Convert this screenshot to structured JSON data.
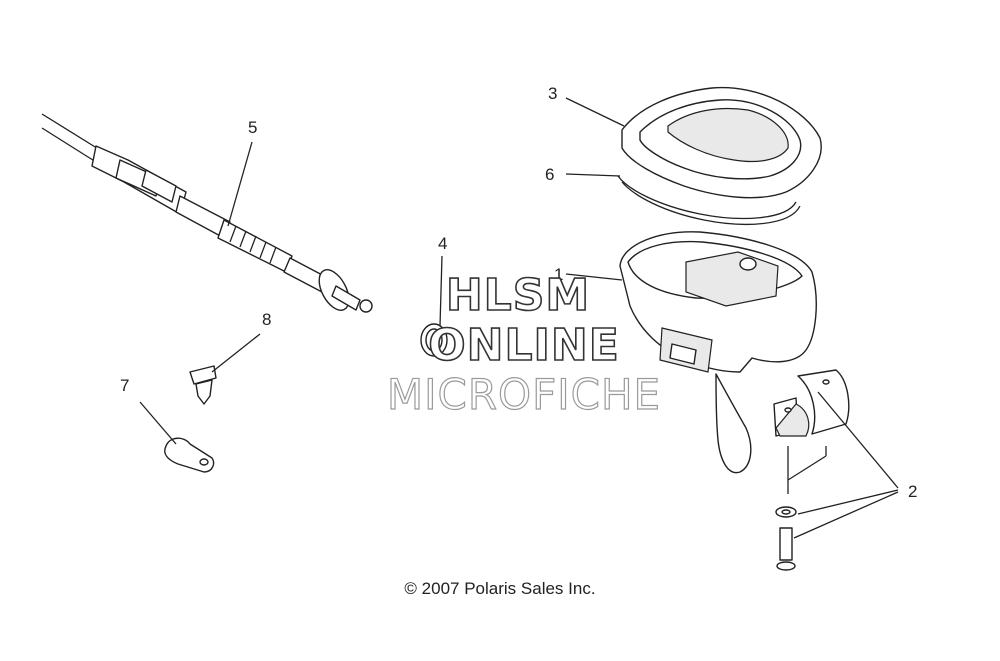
{
  "callouts": {
    "c1": "1",
    "c2": "2",
    "c3": "3",
    "c4": "4",
    "c5": "5",
    "c6": "6",
    "c7": "7",
    "c8": "8"
  },
  "watermark": {
    "line1": "HLSM",
    "line2": "ONLINE",
    "line3": "MICROFICHE"
  },
  "copyright": "© 2007 Polaris Sales Inc."
}
